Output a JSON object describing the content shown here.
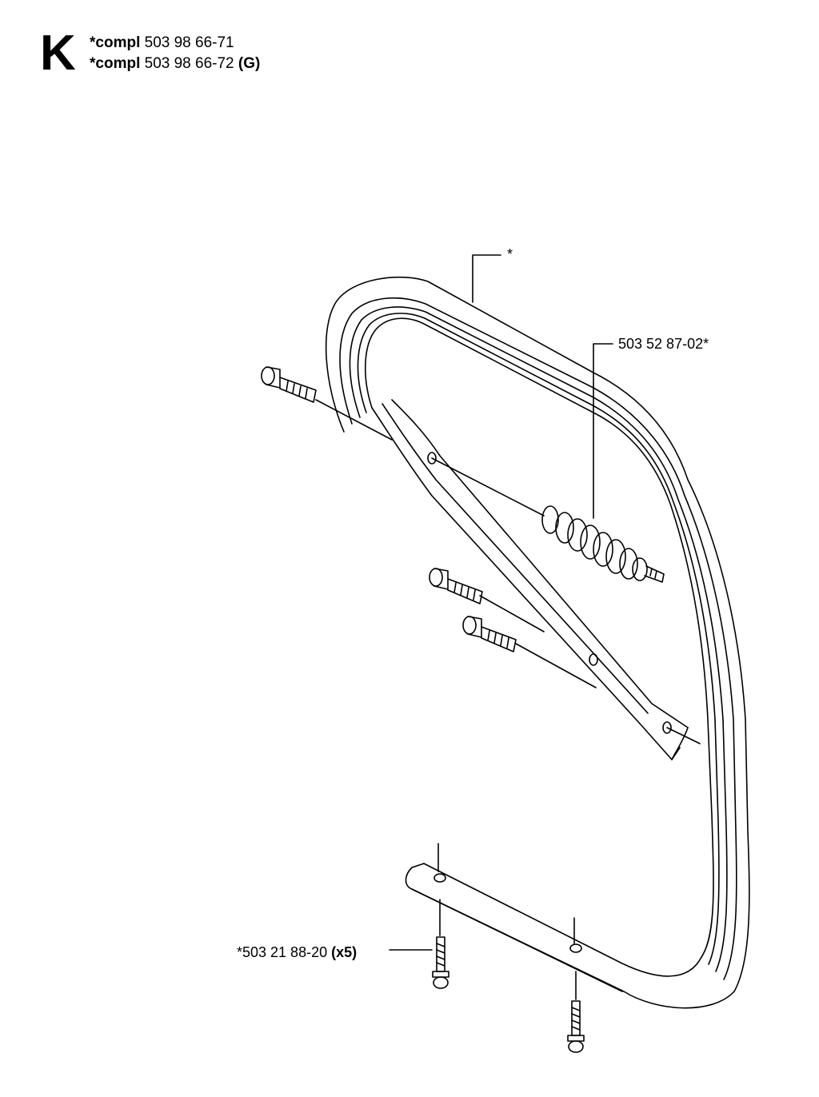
{
  "header": {
    "section_letter": "K",
    "kits": [
      {
        "prefix": "*compl",
        "number": "503 98 66-71",
        "suffix": ""
      },
      {
        "prefix": "*compl",
        "number": "503 98 66-72",
        "suffix": "(G)"
      }
    ]
  },
  "callouts": {
    "handle": "*",
    "bumper": "503 52 87-02*",
    "screw_number": "*503 21 88-20",
    "screw_qty": "(x5)"
  }
}
